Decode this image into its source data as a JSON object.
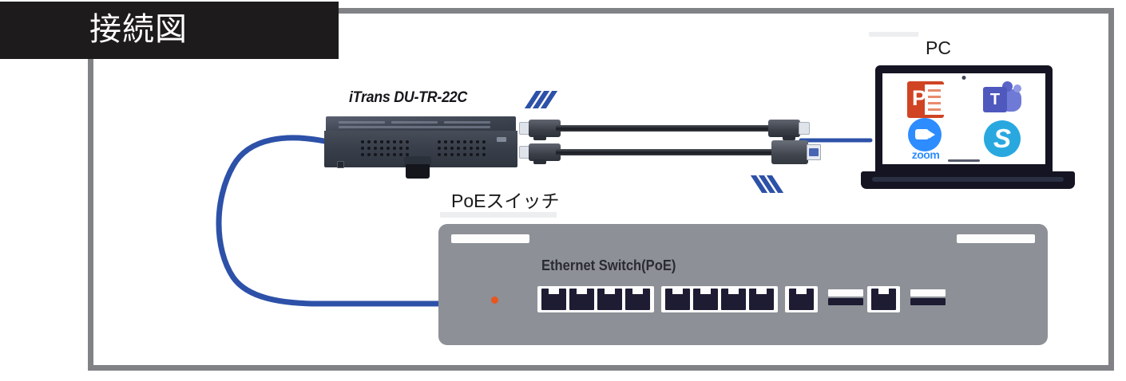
{
  "banner": {
    "title": "接続図"
  },
  "diagram": {
    "labels": {
      "itrans_device": "iTrans DU-TR-22C",
      "poe_switch": "PoEスイッチ",
      "pc": "PC",
      "ethernet_switch_silkscreen": "Ethernet Switch(PoE)"
    },
    "laptop": {
      "apps": [
        {
          "name": "powerpoint",
          "glyph": "P",
          "label": ""
        },
        {
          "name": "microsoft-teams",
          "glyph": "T",
          "label": ""
        },
        {
          "name": "zoom",
          "glyph": "",
          "label": "zoom"
        },
        {
          "name": "skype",
          "glyph": "S",
          "label": ""
        }
      ]
    },
    "switch": {
      "port_groups": [
        {
          "type": "rj45",
          "count": 4
        },
        {
          "type": "rj45",
          "count": 4
        },
        {
          "type": "rj45",
          "count": 1
        },
        {
          "type": "sfp",
          "count": 1
        },
        {
          "type": "rj45",
          "count": 1
        },
        {
          "type": "sfp",
          "count": 1
        }
      ]
    },
    "cables": [
      {
        "name": "blue-ethernet-cable",
        "from": "itrans-device",
        "to": "poe-switch"
      },
      {
        "name": "patch-cable-top",
        "from": "cable-bundle",
        "to": "pc"
      },
      {
        "name": "patch-cable-bottom",
        "from": "cable-bundle",
        "to": "pc"
      }
    ]
  },
  "colors": {
    "banner_background": "#1d1b1b",
    "banner_text": "#ffffff",
    "frame_border": "#808285",
    "blue_cable": "#2d51a8",
    "switch_body": "#8d9097",
    "switch_led": "#e8561f",
    "device_body": "#3a404b",
    "port_dark": "#1d1c33",
    "powerpoint": "#d04423",
    "teams": "#4f58bd",
    "zoom": "#2d8cff",
    "skype": "#29a8e0"
  }
}
